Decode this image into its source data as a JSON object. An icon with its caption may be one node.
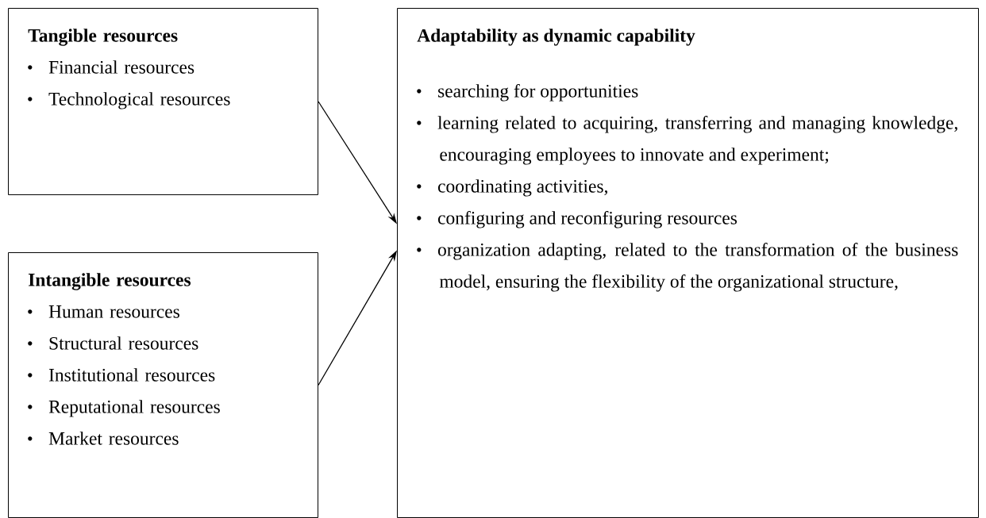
{
  "diagram": {
    "nodes": [
      {
        "text": [
          "Tangible resources",
          "Financial resources",
          "Technological resources"
        ]
      },
      {
        "text": [
          "Intangible resources",
          "Human resources",
          "Structural resources",
          "Institutional resources",
          "Reputational resources",
          "Market resources"
        ]
      },
      {
        "text": [
          "Adaptability as dynamic capability",
          "searching for opportunities",
          "learning related to acquiring, transferring and managing knowledge, encouraging employees to innovate and experiment;",
          "coordinating activities,",
          "configuring and reconfiguring resources",
          "organization adapting, related to the transformation of the business model, ensuring the flexibility of the organizational structure,"
        ]
      }
    ],
    "edges": [
      {
        "from": 0,
        "to": 2,
        "arrow": "to"
      },
      {
        "from": 1,
        "to": 2,
        "arrow": "to"
      }
    ]
  }
}
